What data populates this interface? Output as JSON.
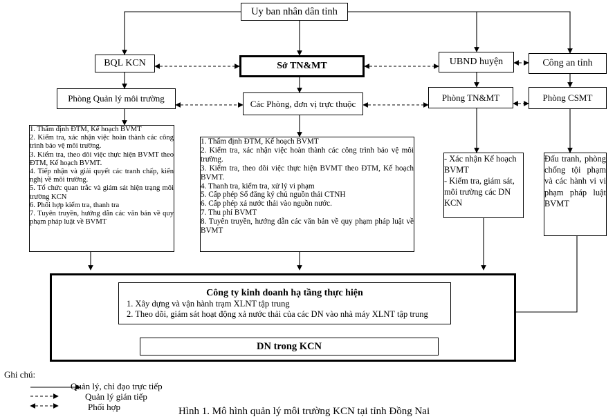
{
  "nodes": {
    "ubnd_tinh": "Uy ban nhân dân tỉnh",
    "bql_kcn": "BQL KCN",
    "so_tnmt": "Sở TN&MT",
    "ubnd_huyen": "UBND huyện",
    "cong_an_tinh": "Công an tỉnh",
    "phong_qlmt": "Phòng Quản lý môi trường",
    "cac_phong": "Các Phòng, đơn vị trực thuộc",
    "phong_tnmt": "Phòng TN&MT",
    "phong_csmt": "Phòng CSMT"
  },
  "bql_tasks": [
    "1. Thẩm định ĐTM, Kế hoạch BVMT",
    "2. Kiểm tra, xác nhận việc hoàn thành các công trình bảo vệ môi trường.",
    "3. Kiểm tra, theo dõi việc thực hiện BVMT theo ĐTM, Kế hoạch BVMT.",
    "4. Tiếp nhận và giải quyết các tranh chấp, kiến nghị về môi trường.",
    "5. Tổ chức quan trắc và giám sát hiện trạng môi trường KCN",
    "6. Phối hợp kiểm tra, thanh tra",
    "7. Tuyên truyền, hướng dẫn các văn bản về quy phạm pháp luật về BVMT"
  ],
  "so_tasks": [
    "1. Thẩm định ĐTM, Kế hoạch BVMT",
    "2. Kiểm tra, xác nhận việc hoàn thành các công trình bảo vệ môi trường.",
    "3. Kiểm tra, theo dõi việc thực hiện BVMT theo ĐTM, Kế hoạch BVMT.",
    "4. Thanh tra, kiểm tra, xử lý vi phạm",
    "5. Cấp phép Sổ đăng ký chủ nguồn thải CTNH",
    "6. Cấp phép xả nước thải vào nguồn nước.",
    "7. Thu phí BVMT",
    "8. Tuyên truyền, hướng dẫn các văn bản về quy phạm pháp luật về BVMT"
  ],
  "huyen_tasks": [
    "- Xác nhận Kế hoạch BVMT",
    "- Kiểm tra, giám sát, môi trường các DN KCN"
  ],
  "csmt_tasks": [
    "Đấu tranh, phòng chống tội phạm và các hành vi vi phạm pháp luật BVMT"
  ],
  "company": {
    "title": "Công ty kinh doanh hạ tầng thực hiện",
    "tasks": [
      "1. Xây dựng và vận hành trạm XLNT tập trung",
      "2. Theo dõi, giám sát hoạt động xả nước thải của các DN vào nhà máy XLNT tập trung"
    ]
  },
  "dn": "DN trong KCN",
  "legend": {
    "title": "Ghi chú:",
    "direct": "Quản lý, chỉ đạo trực tiếp",
    "indirect": "Quản lý gián tiếp",
    "coordinate": "Phối hợp"
  },
  "caption": "Hình 1. Mô hình quản lý môi trường KCN tại tỉnh Đồng Nai"
}
